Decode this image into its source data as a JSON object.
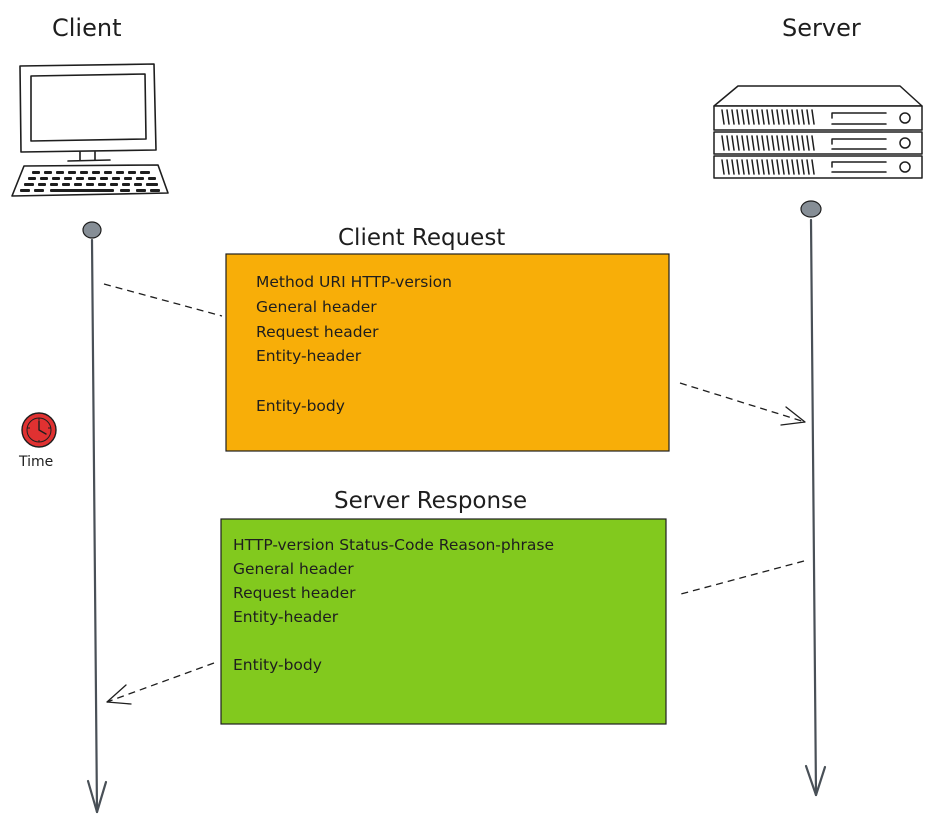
{
  "actors": {
    "client": {
      "label": "Client",
      "icon": "desktop-computer-icon"
    },
    "server": {
      "label": "Server",
      "icon": "server-rack-icon"
    }
  },
  "time_marker": {
    "label": "Time",
    "icon": "clock-icon",
    "color": "#e03131"
  },
  "request": {
    "title": "Client Request",
    "fill": "#f8ae08",
    "lines": [
      "Method URI HTTP-version",
      "General header",
      "Request header",
      "Entity-header",
      "",
      "Entity-body"
    ]
  },
  "response": {
    "title": "Server Response",
    "fill": "#82c91e",
    "lines": [
      "HTTP-version Status-Code Reason-phrase",
      "General header",
      "Request header",
      "Entity-header",
      "",
      "Entity-body"
    ]
  },
  "colors": {
    "stroke": "#1e1e1e",
    "lifeline": "#495057",
    "lifeline_dot": "#868e96"
  }
}
